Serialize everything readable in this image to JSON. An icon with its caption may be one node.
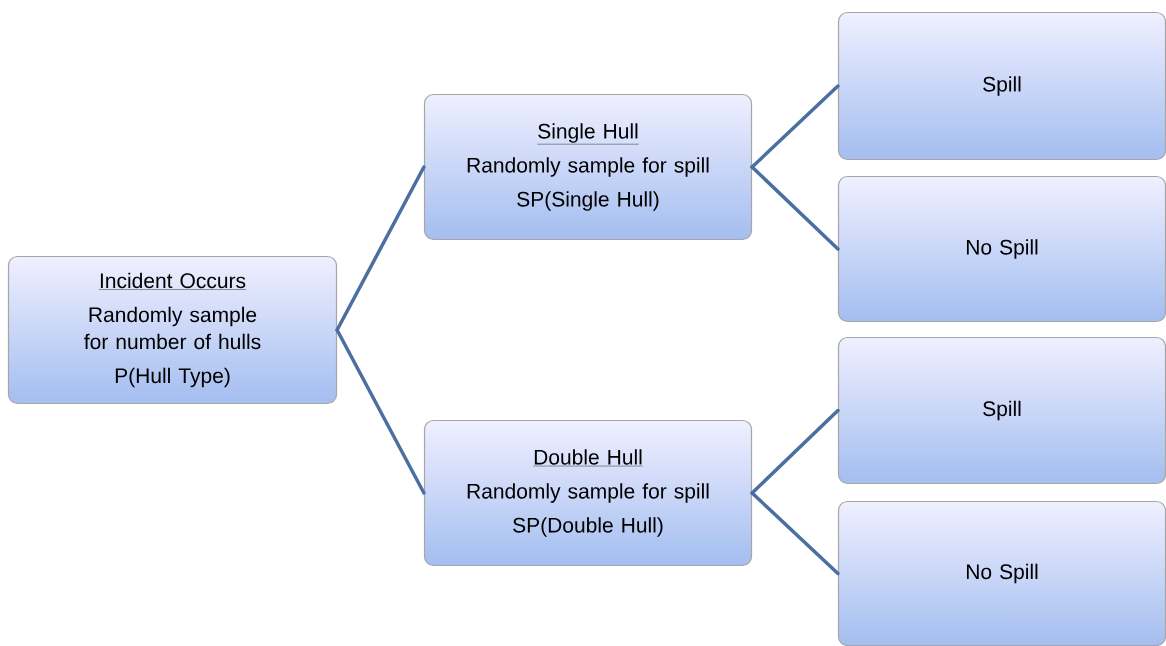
{
  "diagram": {
    "nodes": [
      {
        "text": [
          "Incident Occurs",
          "Randomly sample for number of hulls",
          "P(Hull Type)"
        ]
      },
      {
        "text": [
          "Single Hull",
          "Randomly sample for spill",
          "SP(Single Hull)"
        ]
      },
      {
        "text": [
          "Spill"
        ]
      },
      {
        "text": [
          "No Spill"
        ]
      },
      {
        "text": [
          "Double Hull",
          "Randomly sample for spill",
          "SP(Double Hull)"
        ]
      },
      {
        "text": [
          "Spill"
        ]
      },
      {
        "text": [
          "No Spill"
        ]
      }
    ],
    "edges": [
      {
        "from": 0,
        "to": 1,
        "arrow": "none"
      },
      {
        "from": 0,
        "to": 4,
        "arrow": "none"
      },
      {
        "from": 1,
        "to": 2,
        "arrow": "none"
      },
      {
        "from": 1,
        "to": 3,
        "arrow": "none"
      },
      {
        "from": 4,
        "to": 5,
        "arrow": "none"
      },
      {
        "from": 4,
        "to": 6,
        "arrow": "none"
      }
    ]
  }
}
